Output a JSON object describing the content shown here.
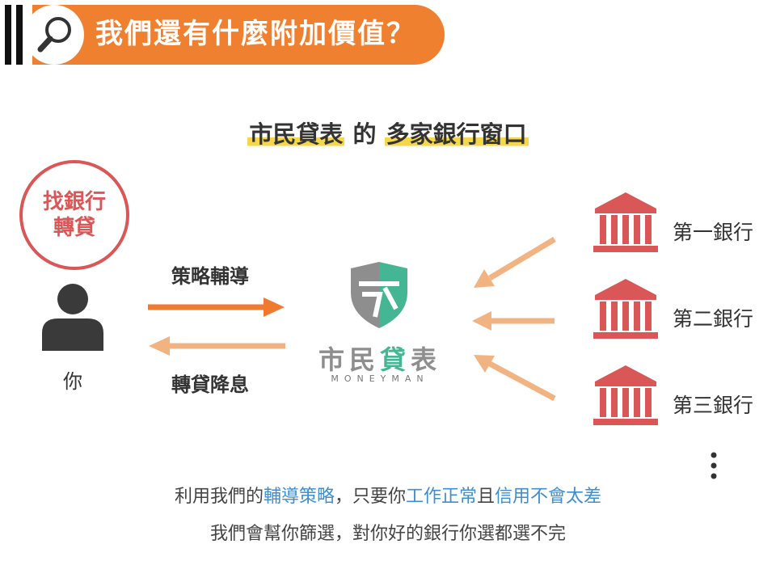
{
  "header": {
    "title": "我們還有什麼附加價值？",
    "accent_color": "#ef8030",
    "icon": "magnifier-icon"
  },
  "subtitle": {
    "brand": "市民貸表",
    "connector": "的",
    "rest": "多家銀行窗口",
    "highlight_color": "#f7d74a"
  },
  "you": {
    "bubble_line1": "找銀行",
    "bubble_line2": "轉貸",
    "label": "你",
    "icon": "person-icon"
  },
  "flows": {
    "to_service": "策略輔導",
    "to_you": "轉貸降息"
  },
  "logo": {
    "cn_part1": "市民",
    "cn_part2": "貸",
    "cn_part3": "表",
    "en": "MONEYMAN"
  },
  "banks": [
    {
      "label": "第一銀行",
      "icon": "bank-icon"
    },
    {
      "label": "第二銀行",
      "icon": "bank-icon"
    },
    {
      "label": "第三銀行",
      "icon": "bank-icon"
    }
  ],
  "more_icon": "vertical-ellipsis-icon",
  "note": {
    "line1_a": "利用我們的",
    "line1_b": "輔導策略",
    "line1_c": "，只要你",
    "line1_d": "工作正常",
    "line1_e": "且",
    "line1_f": "信用不會太差",
    "line2": "我們會幫你篩選，對你好的銀行你選都選不完"
  },
  "colors": {
    "bank_red": "#d95757",
    "arrow_dark": "#ef7a30",
    "arrow_light": "#f2b383",
    "link_blue": "#3e8ed0",
    "logo_green": "#45b694"
  }
}
